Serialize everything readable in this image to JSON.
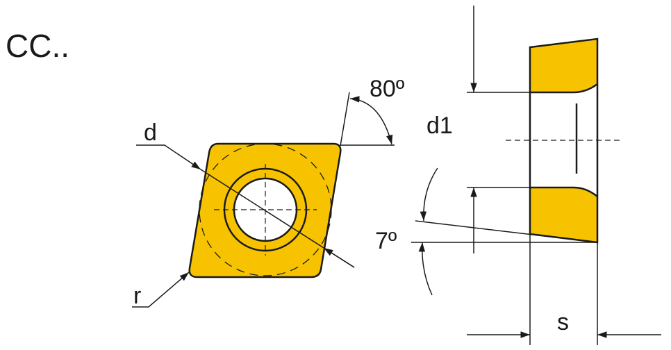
{
  "title": "CC..",
  "labels": {
    "inscribed_circle": "d",
    "corner_radius": "r",
    "included_angle": "80º",
    "hole_diameter": "d1",
    "clearance_angle": "7º",
    "thickness": "s"
  },
  "colors": {
    "insert_fill": "#f7c300",
    "outline": "#1a1a1a",
    "background": "#ffffff"
  }
}
